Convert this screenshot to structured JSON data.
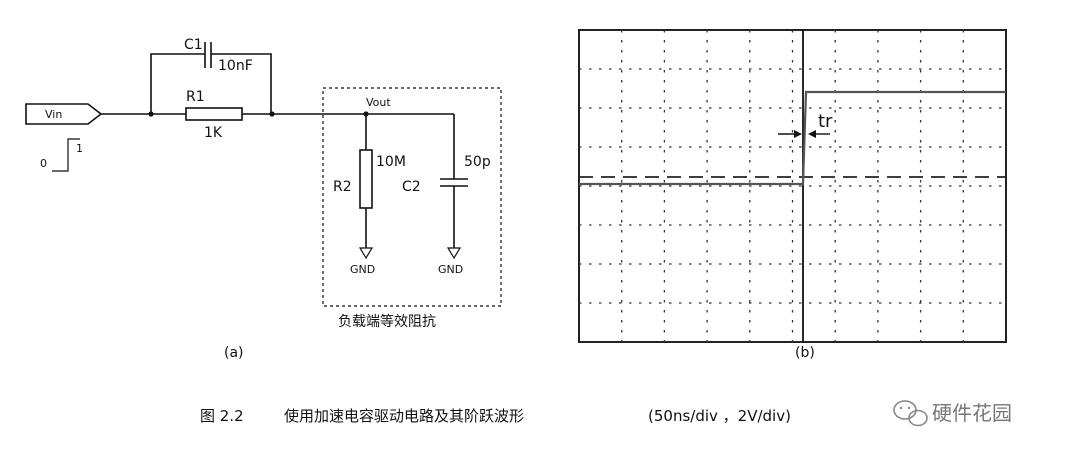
{
  "circuit": {
    "vin_label": "Vin",
    "step_low": "0",
    "step_high": "1",
    "c1_name": "C1",
    "c1_value": "10nF",
    "r1_name": "R1",
    "r1_value": "1K",
    "vout_label": "Vout",
    "r2_name": "R2",
    "r2_value": "10M",
    "c2_name": "C2",
    "c2_value": "50p",
    "gnd_label_1": "GND",
    "gnd_label_2": "GND",
    "load_box_label": "负载端等效阻抗",
    "panel_label": "(a)"
  },
  "scope": {
    "tr_label": "tr",
    "panel_label": "(b)",
    "h_divisions": 10,
    "v_divisions": 8
  },
  "caption": {
    "figure_no": "图 2.2",
    "title": "使用加速电容驱动电路及其阶跃波形",
    "scale": "(50ns/div ，2V/div)"
  },
  "watermark": {
    "text": "硬件花园"
  }
}
